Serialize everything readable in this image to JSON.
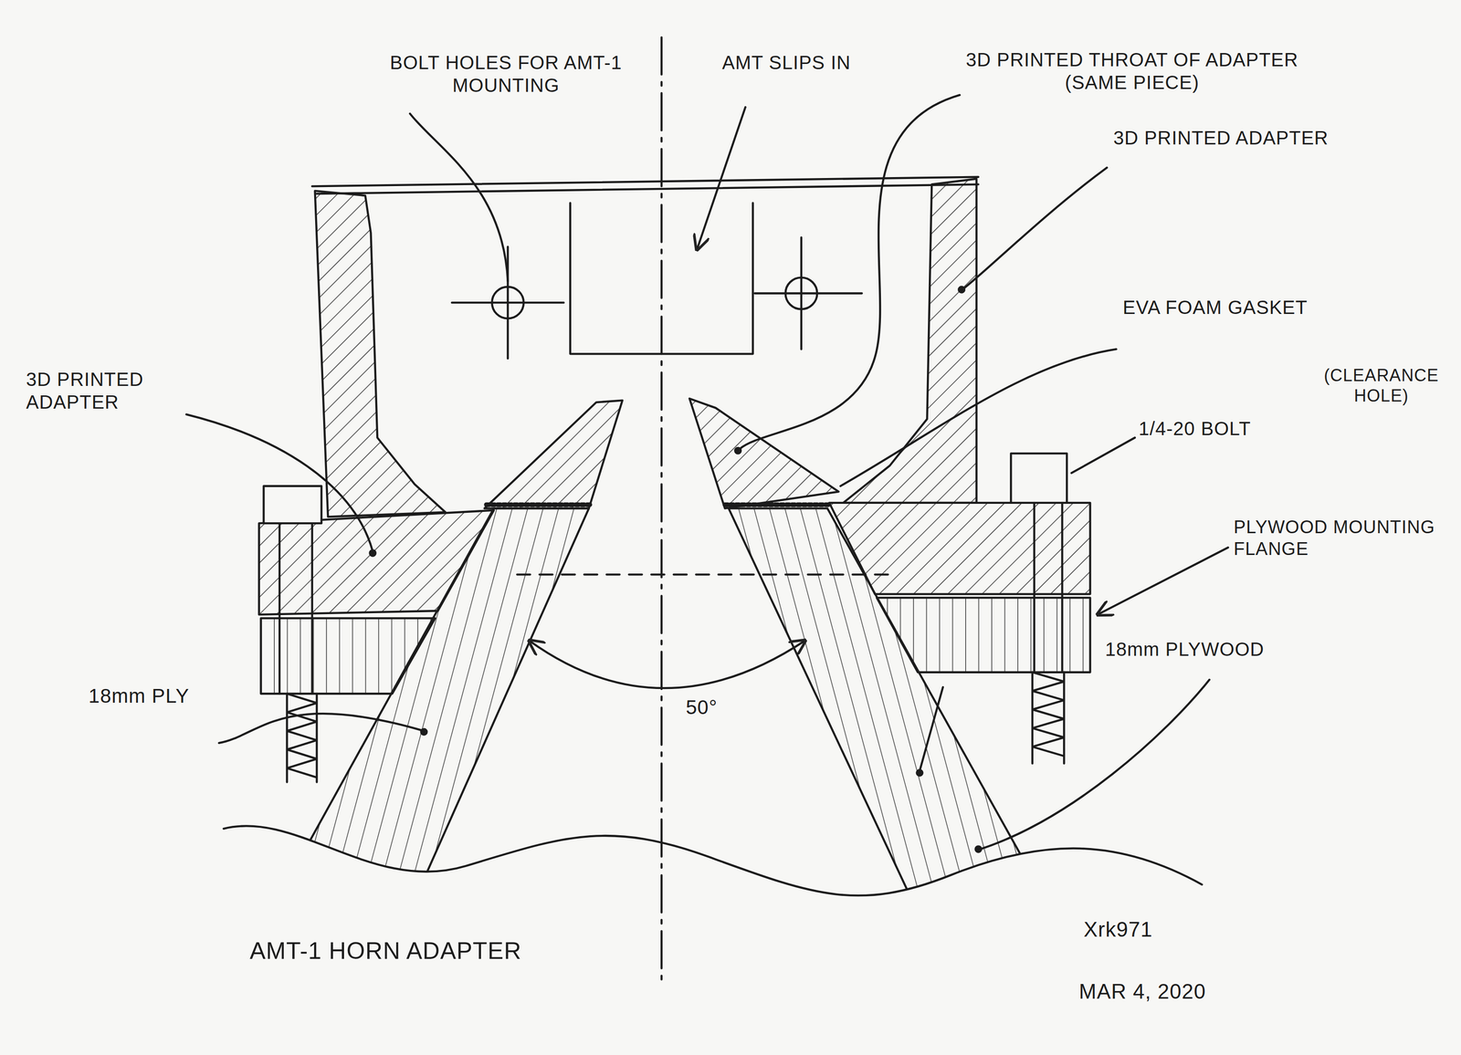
{
  "diagram": {
    "caption": "AMT-1 HORN ADAPTER",
    "labels": [
      "BOLT HOLES FOR AMT-1 MOUNTING",
      "AMT SLIPS IN",
      "3D PRINTED THROAT OF ADAPTER (SAME PIECE)",
      "3D PRINTED ADAPTER",
      "EVA FOAM GASKET",
      "1/4-20 BOLT",
      "(CLEARANCE HOLE)",
      "PLYWOOD MOUNTING FLANGE",
      "18mm PLYWOOD",
      "3D PRINTED ADAPTER",
      "18mm PLY",
      "50°",
      "Xrk971",
      "MAR 4, 2020"
    ]
  }
}
